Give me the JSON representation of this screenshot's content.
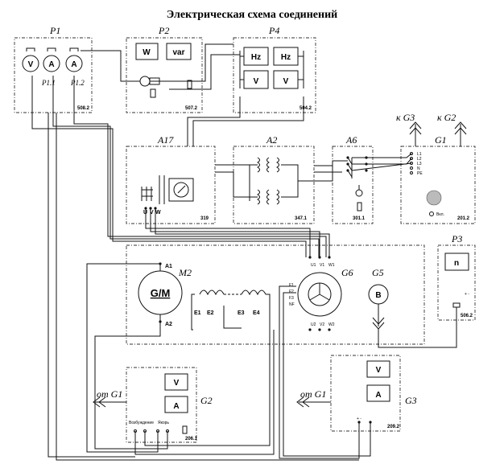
{
  "title": "Электрическая схема соединений",
  "blocks": {
    "p1": {
      "name": "P1",
      "code": "508.2",
      "meters": [
        "V",
        "A",
        "A"
      ],
      "subs": [
        "P1.1",
        "P1.2"
      ]
    },
    "p2": {
      "name": "P2",
      "code": "507.2",
      "meters": [
        "W",
        "var"
      ]
    },
    "p4": {
      "name": "P4",
      "code": "504.2",
      "meters": [
        "Hz",
        "Hz",
        "V",
        "V"
      ]
    },
    "a17": {
      "name": "A17",
      "code": "319",
      "terminals": [
        "U",
        "V",
        "W"
      ]
    },
    "a2": {
      "name": "A2",
      "code": "347.1"
    },
    "a6": {
      "name": "A6",
      "code": "301.1"
    },
    "g1": {
      "name": "G1",
      "code": "201.2",
      "terminals": [
        "L1",
        "L2",
        "L3",
        "N",
        "PE"
      ],
      "button": "Вкл.",
      "feed_left": "к G3",
      "feed_right": "к G2"
    },
    "p3": {
      "name": "P3",
      "code": "506.2",
      "meter": "n",
      "marks": "+ -"
    },
    "m2": {
      "name": "M2",
      "machine": "G/M",
      "t1": "A1",
      "t2": "A2",
      "windings": [
        "E1",
        "E2",
        "E3",
        "E4"
      ]
    },
    "g6": {
      "name": "G6",
      "top": [
        "U1",
        "V1",
        "W1"
      ],
      "bottom": [
        "U2",
        "V2",
        "W2"
      ],
      "field": [
        "F1",
        "F2",
        "F3",
        "NF"
      ]
    },
    "g5": {
      "name": "G5",
      "symbol": "B"
    },
    "g2": {
      "name": "G2",
      "code": "206.1",
      "from": "от G1",
      "meters": [
        "V",
        "A"
      ],
      "excitation": "Возбуждение",
      "load": "Якорь"
    },
    "g3": {
      "name": "G3",
      "code": "209.2",
      "from": "от G1",
      "meters": [
        "V",
        "A"
      ],
      "marks": "+ -"
    }
  }
}
